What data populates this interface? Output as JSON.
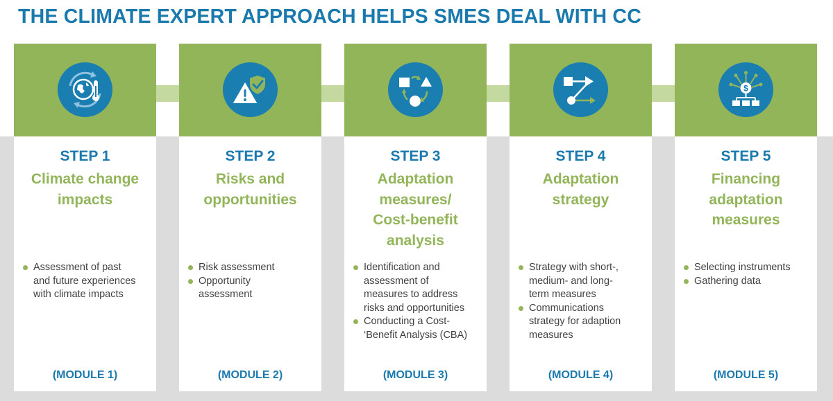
{
  "title": "THE CLIMATE EXPERT APPROACH HELPS SMES DEAL WITH CC",
  "colors": {
    "accent_green": "#93b55a",
    "accent_blue": "#1a7eb1",
    "arrow_green": "#c4d9a0",
    "band_gray": "#dcdcdc"
  },
  "steps": [
    {
      "label": "STEP 1",
      "title_lines": [
        "Climate change",
        "impacts"
      ],
      "icon": "globe-thermometer-icon",
      "bullets": [
        [
          "Assessment of past",
          "and future experiences",
          "with climate impacts"
        ]
      ],
      "module": "(MODULE 1)"
    },
    {
      "label": "STEP 2",
      "title_lines": [
        "Risks and",
        "opportunities"
      ],
      "icon": "warning-shield-icon",
      "bullets": [
        [
          "Risk assessment"
        ],
        [
          "Opportunity",
          "assessment"
        ]
      ],
      "module": "(MODULE 2)"
    },
    {
      "label": "STEP 3",
      "title_lines": [
        "Adaptation",
        "measures/",
        "Cost-benefit",
        "analysis"
      ],
      "icon": "shapes-cycle-icon",
      "bullets": [
        [
          "Identification and",
          "assessment of",
          "measures to address",
          "risks and opportunities"
        ],
        [
          "Conducting a Cost-",
          "‘Benefit Analysis (CBA)"
        ]
      ],
      "module": "(MODULE 3)"
    },
    {
      "label": "STEP 4",
      "title_lines": [
        "Adaptation",
        "strategy"
      ],
      "icon": "strategy-flow-icon",
      "bullets": [
        [
          "Strategy with short-,",
          "medium- and long-",
          "term measures"
        ],
        [
          "Communications",
          "strategy for adaption",
          "measures"
        ]
      ],
      "module": "(MODULE 4)"
    },
    {
      "label": "STEP 5",
      "title_lines": [
        "Financing",
        "adaptation",
        "measures"
      ],
      "icon": "finance-network-icon",
      "bullets": [
        [
          "Selecting instruments"
        ],
        [
          "Gathering data"
        ]
      ],
      "module": "(MODULE 5)"
    }
  ]
}
